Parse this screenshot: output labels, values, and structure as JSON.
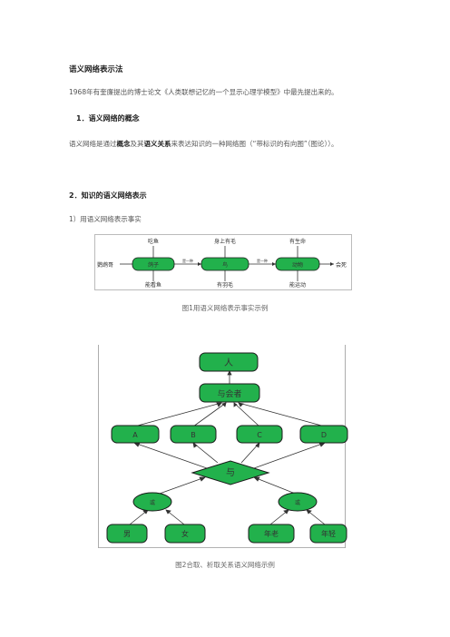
{
  "doc": {
    "title": "语义网络表示法",
    "intro": "1968年有奎廉提出的博士论文《人类联想记忆的一个显示心理学模型》中最先提出来的。",
    "section1_heading": "1．语义网络的概念",
    "section1_text_pre": "语义网络是通过",
    "section1_bold1": "概念",
    "section1_text_mid": "及其",
    "section1_bold2": "语义关系",
    "section1_text_post": "来表达知识的一种网络图（“带标识的有向图”（图论））。",
    "section2_heading": "2．知识的语义网络表示",
    "sub1": "1）用语义网络表示事实",
    "fig1_caption": "图1用语义网络表示事实示例",
    "fig2_caption": "图2合取、析取关系语义网络示例"
  },
  "fig1": {
    "nodes": [
      "鸽子",
      "鸟",
      "动物"
    ],
    "left_label": "鹦鹉哥",
    "right_label": "会死",
    "top_labels": [
      "吃鱼",
      "身上有毛",
      "有生命"
    ],
    "bottom_labels": [
      "能看鱼",
      "有羽毛",
      "能运动"
    ],
    "edge_label": "是一种"
  },
  "fig2": {
    "top": "人",
    "level2": "与会者",
    "level3": [
      "A",
      "B",
      "C",
      "D"
    ],
    "diamond": "与",
    "or_nodes": [
      "或",
      "或"
    ],
    "leaves": [
      "男",
      "女",
      "年老",
      "年轻"
    ]
  },
  "colors": {
    "node_green": "#22b14c",
    "node_border": "#1a1a1a"
  }
}
